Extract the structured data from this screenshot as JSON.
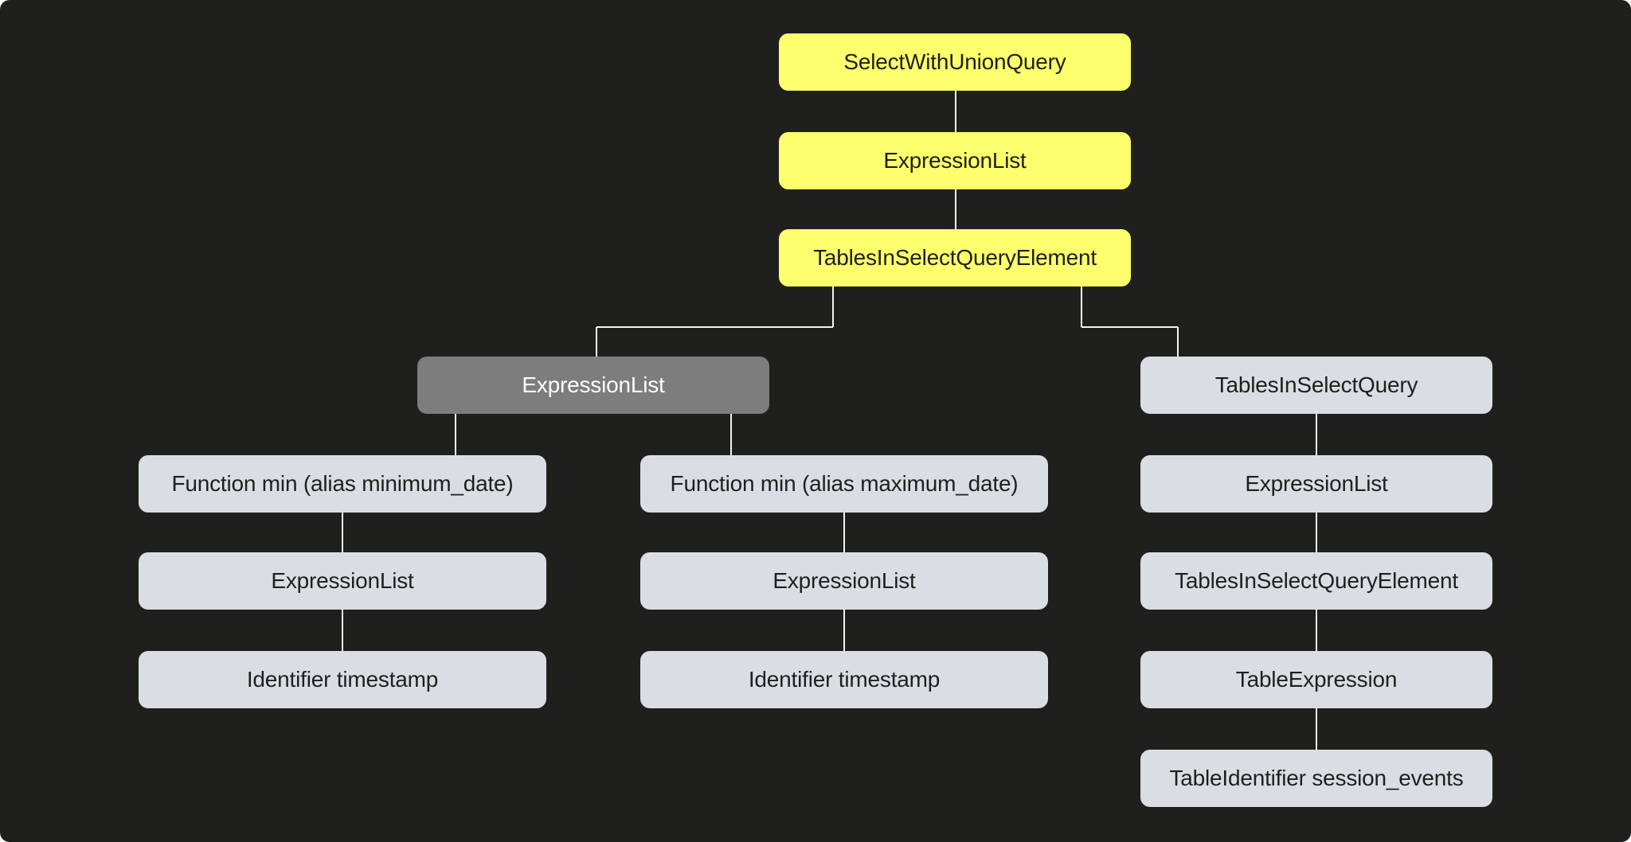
{
  "colors": {
    "background": "#1f201d",
    "highlight": "#fdff6d",
    "node": "#dadde3",
    "selected": "#7d7d7d",
    "connector": "#f2f2f2"
  },
  "nodes": {
    "root": "SelectWithUnionQuery",
    "root_expression_list": "ExpressionList",
    "tables_element": "TablesInSelectQueryElement",
    "select_expression_list": "ExpressionList",
    "func_min": "Function min (alias minimum_date)",
    "func_min_args": "ExpressionList",
    "func_min_identifier": "Identifier timestamp",
    "func_max": "Function min (alias maximum_date)",
    "func_max_args": "ExpressionList",
    "func_max_identifier": "Identifier timestamp",
    "tables_in_select_query": "TablesInSelectQuery",
    "tables_expression_list": "ExpressionList",
    "tables_inner_element": "TablesInSelectQueryElement",
    "table_expression": "TableExpression",
    "table_identifier": "TableIdentifier session_events"
  }
}
